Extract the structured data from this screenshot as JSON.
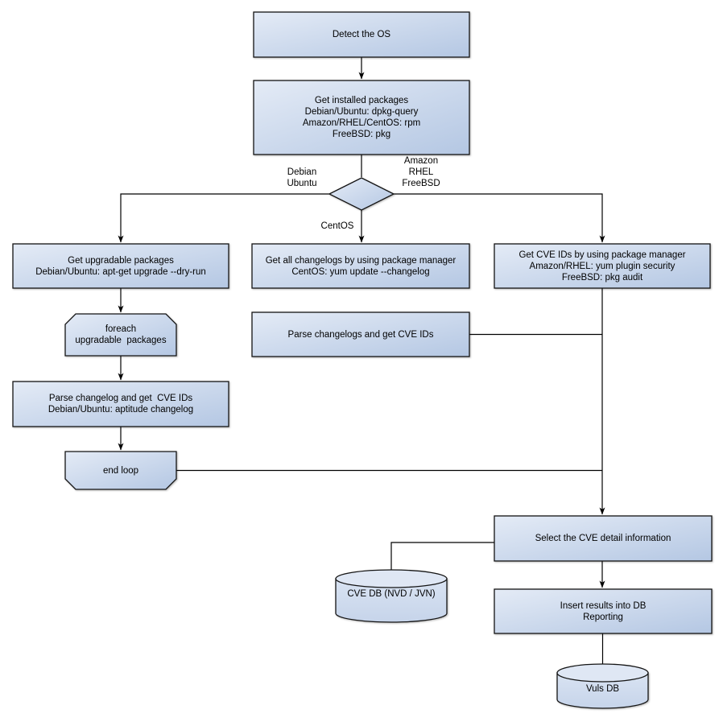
{
  "diagram": {
    "background": "#ffffff",
    "colors": {
      "node_fill_light": "#e4ebf6",
      "node_fill_dark": "#b4c7e3",
      "cylinder_top_fill": "#dfe7f4",
      "border": "#141414",
      "connector": "#000000"
    },
    "nodes": {
      "detect_os": {
        "lines": [
          "Detect the OS"
        ]
      },
      "get_installed_packages": {
        "lines": [
          "Get installed packages",
          "Debian/Ubuntu: dpkg-query",
          "Amazon/RHEL/CentOS: rpm",
          "FreeBSD: pkg"
        ]
      },
      "get_upgradable_packages": {
        "lines": [
          "Get upgradable packages",
          "Debian/Ubuntu: apt-get upgrade --dry-run"
        ]
      },
      "foreach_loop_start": {
        "lines": [
          "foreach",
          "upgradable  packages"
        ]
      },
      "parse_changelog_left": {
        "lines": [
          "Parse changelog and get  CVE IDs",
          "Debian/Ubuntu: aptitude changelog"
        ]
      },
      "end_loop": {
        "lines": [
          "end loop"
        ]
      },
      "get_all_changelogs": {
        "lines": [
          "Get all changelogs by using package manager",
          "CentOS: yum update --changelog"
        ]
      },
      "parse_changelogs_mid": {
        "lines": [
          "Parse changelogs and get CVE IDs"
        ]
      },
      "get_cve_ids_right": {
        "lines": [
          "Get CVE IDs by using package manager",
          "Amazon/RHEL: yum plugin security",
          "FreeBSD: pkg audit"
        ]
      },
      "select_cve_detail": {
        "lines": [
          "Select the CVE detail information"
        ]
      },
      "insert_results": {
        "lines": [
          "Insert results into DB",
          "Reporting"
        ]
      },
      "cve_db": {
        "lines": [
          "CVE DB (NVD / JVN)"
        ]
      },
      "vuls_db": {
        "lines": [
          "Vuls DB"
        ]
      }
    },
    "edge_labels": {
      "left_branch": {
        "lines": [
          "Debian",
          "Ubuntu"
        ]
      },
      "right_branch": {
        "lines": [
          "Amazon",
          "RHEL",
          "FreeBSD"
        ]
      },
      "down_branch": {
        "lines": [
          "CentOS"
        ]
      }
    }
  }
}
